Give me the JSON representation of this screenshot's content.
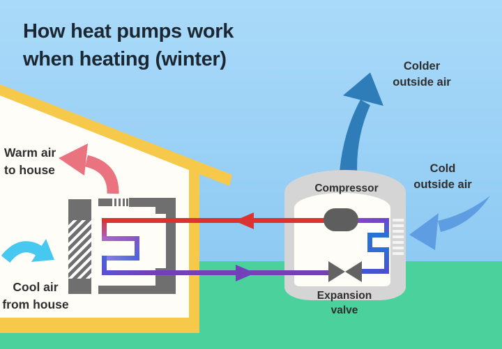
{
  "title": {
    "line1": "How heat pumps work",
    "line2": "when heating (winter)"
  },
  "labels": {
    "warm_air_line1": "Warm air",
    "warm_air_line2": "to house",
    "cool_air_line1": "Cool air",
    "cool_air_line2": "from house",
    "colder_air_line1": "Colder",
    "colder_air_line2": "outside air",
    "cold_air_line1": "Cold",
    "cold_air_line2": "outside air",
    "compressor": "Compressor",
    "expansion_valve_line1": "Expansion",
    "expansion_valve_line2": "valve"
  },
  "icons": {
    "warm-air-arrow-icon": "curved arrow pointing left into house, salmon red",
    "cool-air-arrow-icon": "curved arrow pointing right into indoor unit, cyan",
    "colder-outside-air-arrow-icon": "curved arrow pointing up out of outdoor unit, steel blue",
    "cold-outside-air-arrow-icon": "curved arrow pointing down-left into outdoor unit, light blue",
    "hot-line-arrow-icon": "left-pointing arrowhead on hot refrigerant line, red",
    "cold-line-arrow-icon": "right-pointing arrowhead on cold refrigerant line, purple",
    "expansion-valve-icon": "bowtie valve symbol, dark gray",
    "compressor-icon": "rounded capsule, dark gray"
  },
  "colors": {
    "sky_top": "#aadaf9",
    "sky_bottom": "#8ecaf3",
    "ground": "#4bd19b",
    "roof_yellow": "#f6c94b",
    "house_white": "#fffdf8",
    "unit_gray": "#6f6f6f",
    "shell_gray": "#d5d5d5",
    "hot_red": "#dc3232",
    "warm_arrow_salmon": "#e9737e",
    "cool_arrow_cyan": "#47c8f0",
    "colder_arrow_steelblue": "#2e7db8",
    "cold_arrow_lightblue": "#5f9de2",
    "cold_purple": "#7340b8",
    "evap_blue": "#2e6fd6",
    "title_ink": "#1b2733",
    "label_ink": "#2e2e2e"
  }
}
